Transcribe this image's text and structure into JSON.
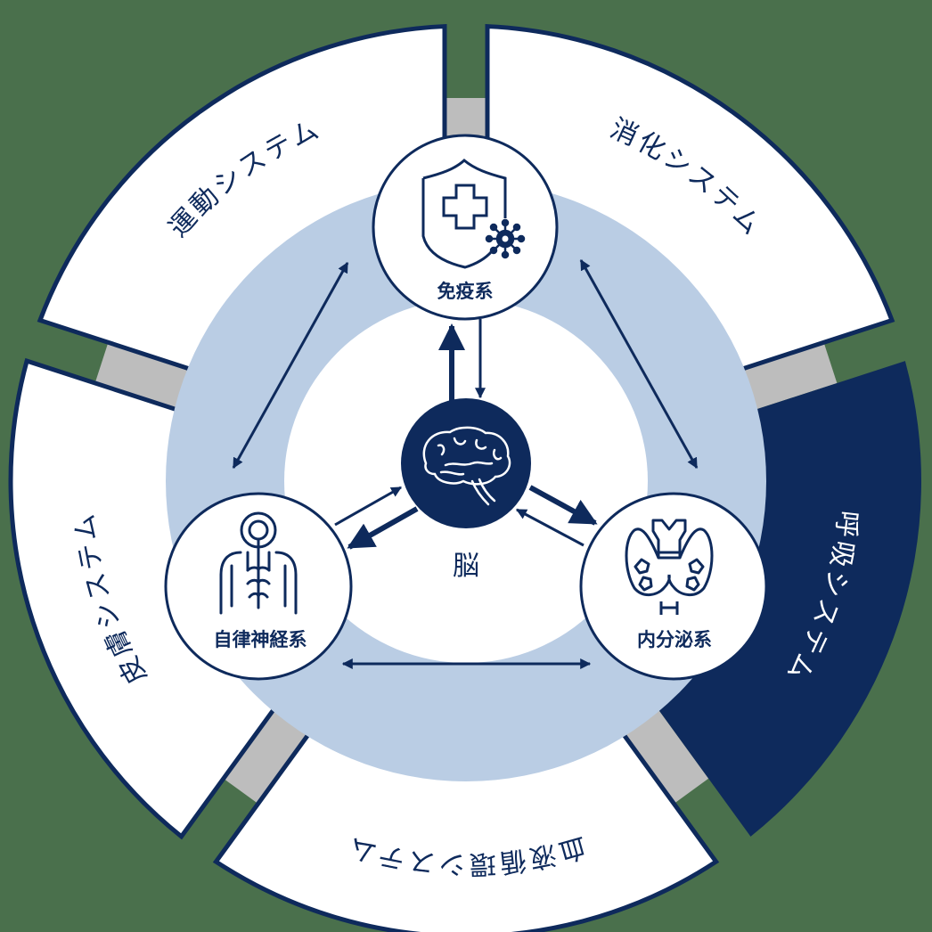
{
  "colors": {
    "navy": "#0e2a5c",
    "light_ring": "#bacde4",
    "white": "#ffffff",
    "connector_grey": "#bdbdbd",
    "background": "#4a704c"
  },
  "outer_segments": [
    {
      "id": "motor",
      "label": "運動システム",
      "highlighted": false
    },
    {
      "id": "digestive",
      "label": "消化システム",
      "highlighted": false
    },
    {
      "id": "respiratory",
      "label": "呼吸システム",
      "highlighted": true
    },
    {
      "id": "circulatory",
      "label": "血液循環システム",
      "highlighted": false
    },
    {
      "id": "skin",
      "label": "皮膚システム",
      "highlighted": false
    }
  ],
  "center": {
    "label": "脳",
    "icon": "brain-icon"
  },
  "nodes": [
    {
      "id": "immune",
      "label": "免疫系",
      "icon": "shield-cross-virus-icon"
    },
    {
      "id": "autonomic",
      "label": "自律神経系",
      "icon": "nervous-system-body-icon"
    },
    {
      "id": "endocrine",
      "label": "内分泌系",
      "icon": "thyroid-gland-icon"
    }
  ]
}
